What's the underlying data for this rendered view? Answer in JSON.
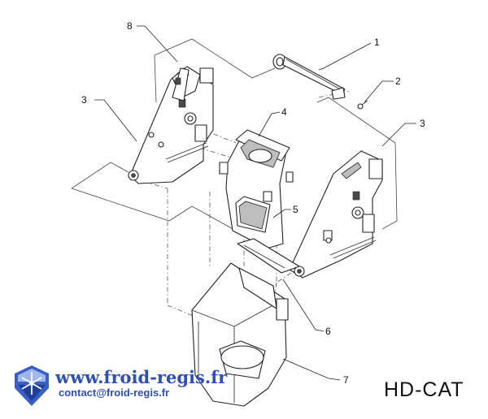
{
  "callouts": {
    "c1": "1",
    "c2": "2",
    "c3_left": "3",
    "c3_right": "3",
    "c4": "4",
    "c5": "5",
    "c6": "6",
    "c7": "7",
    "c8": "8"
  },
  "footer": {
    "url": "www.froid-regis.fr",
    "contact": "contact@froid-regis.fr",
    "model_code": "HD-CAT"
  },
  "colors": {
    "brand_blue": "#2f4fb5",
    "line": "#222222"
  }
}
